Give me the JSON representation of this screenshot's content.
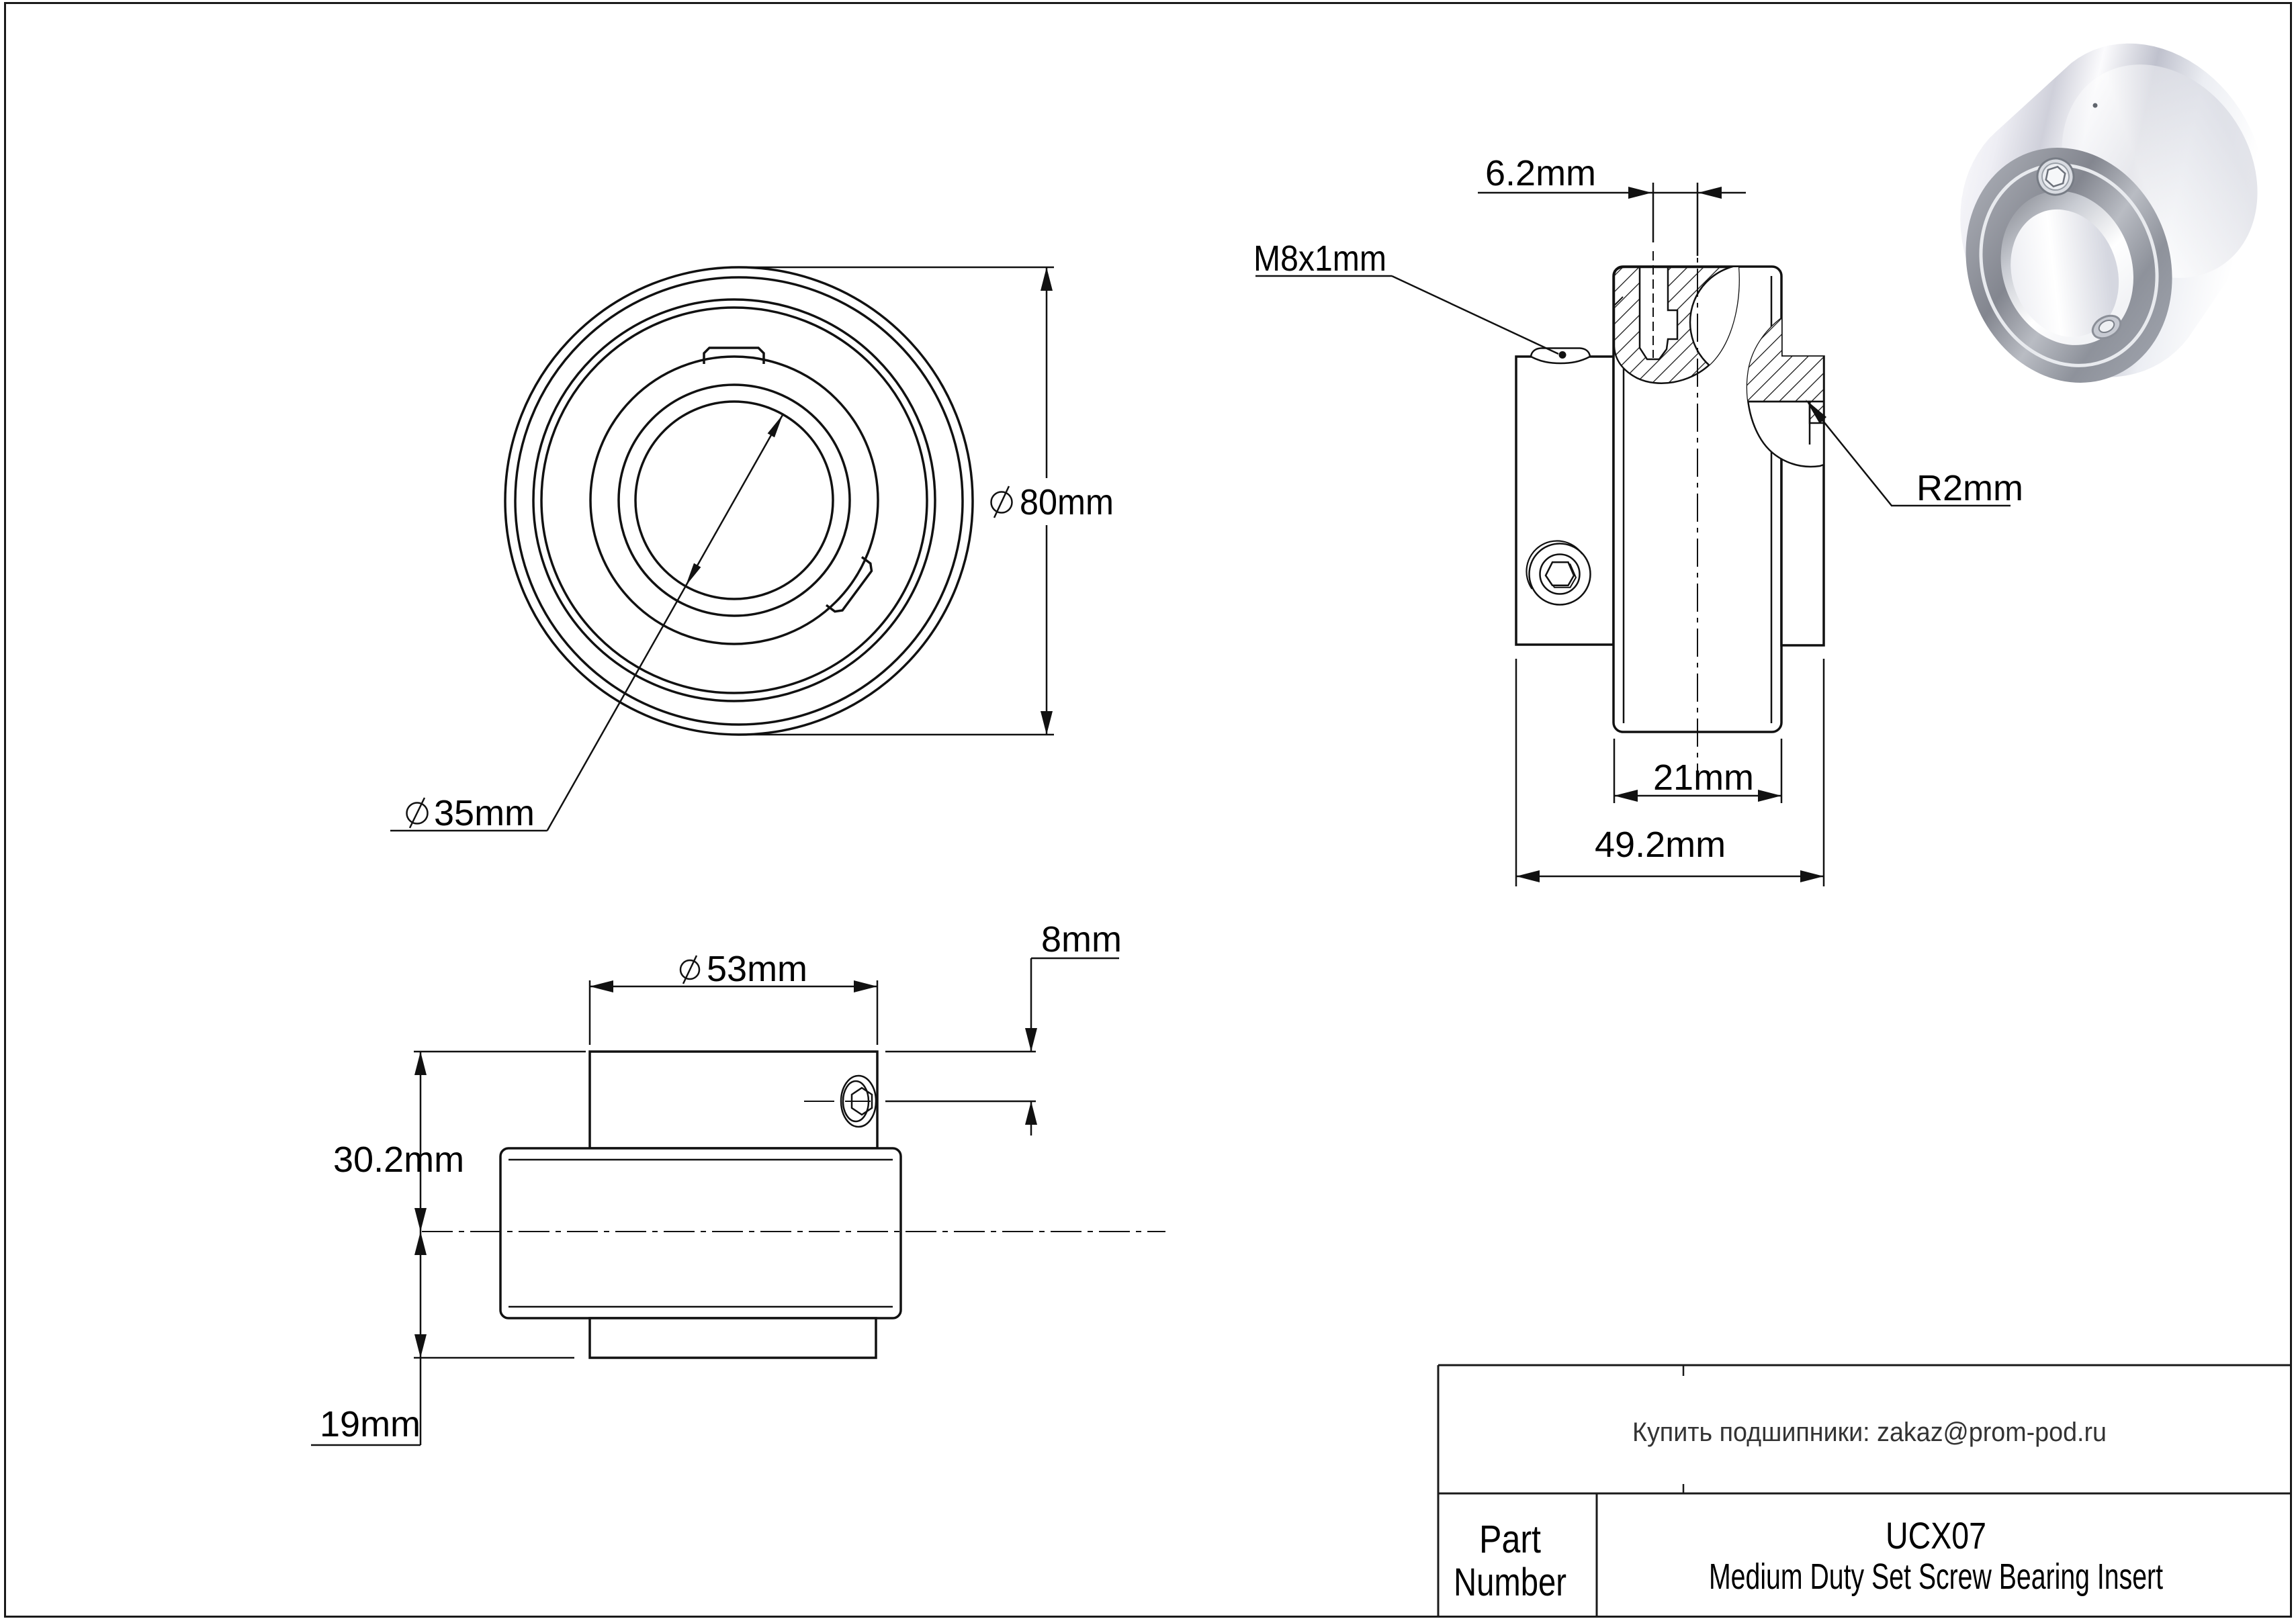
{
  "style": {
    "background": "#ffffff",
    "line_color": "#111111",
    "border_color": "#1a1a1a",
    "collar_gray": "#8f939b",
    "contact_text_color": "#333333"
  },
  "drawing": {
    "front_view": {
      "outer_diameter": {
        "symbol": "⌀",
        "value": "80mm"
      },
      "bore_diameter": {
        "symbol": "⌀",
        "value": "35mm"
      }
    },
    "section_view": {
      "set_screw_thread": "M8x1mm",
      "screw_hole_offset": "6.2mm",
      "fillet_radius": "R2mm",
      "inner_ring_width": "21mm",
      "overall_width": "49.2mm"
    },
    "side_view": {
      "sleeve_diameter": {
        "symbol": "⌀",
        "value": "53mm"
      },
      "screw_drop": "8mm",
      "upper_height": "30.2mm",
      "lower_height": "19mm"
    },
    "title_block": {
      "contact": "Купить подшипники: zakaz@prom-pod.ru",
      "part_label_line1": "Part",
      "part_label_line2": "Number",
      "part_number": "UCX07",
      "description": "Medium Duty Set Screw Bearing Insert"
    }
  }
}
